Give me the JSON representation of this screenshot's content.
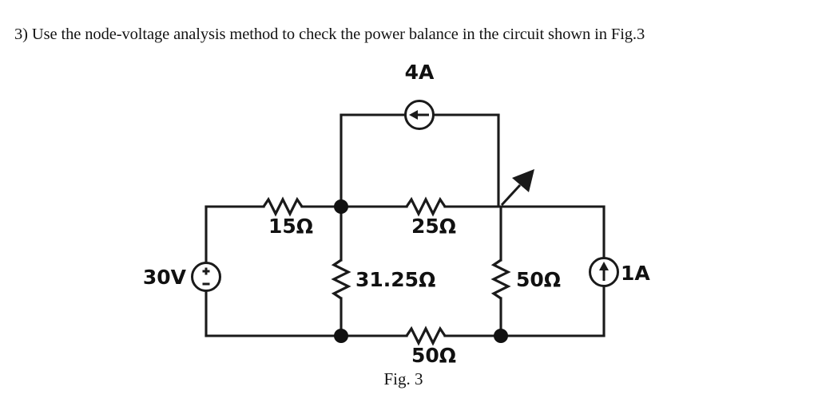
{
  "question": {
    "text": "3) Use the node-voltage analysis method to check the power balance in the circuit shown in Fig.3"
  },
  "figure": {
    "caption": "Fig. 3",
    "diagram_type": "electrical-circuit-schematic",
    "components": {
      "voltage_source": {
        "label": "30V",
        "symbol": "circle-with-plus-minus",
        "polarity_top": "+",
        "polarity_bottom": "−"
      },
      "current_source_top": {
        "label": "4A",
        "symbol": "circle-with-left-arrow",
        "direction": "left"
      },
      "current_source_right": {
        "label": "1A",
        "symbol": "circle-with-up-arrow",
        "direction": "up"
      },
      "resistor_r1": {
        "label": "15Ω",
        "orientation": "horizontal"
      },
      "resistor_r2": {
        "label": "25Ω",
        "orientation": "horizontal"
      },
      "resistor_r3": {
        "label": "31.25Ω",
        "orientation": "vertical"
      },
      "resistor_r4": {
        "label": "50Ω",
        "orientation": "vertical"
      },
      "resistor_r5": {
        "label": "50Ω",
        "orientation": "horizontal"
      }
    },
    "reference_marker": {
      "symbol": "diagonal-arrow",
      "direction": "up-right"
    },
    "colors": {
      "ink": "#1a1a1a",
      "background": "#ffffff"
    }
  }
}
